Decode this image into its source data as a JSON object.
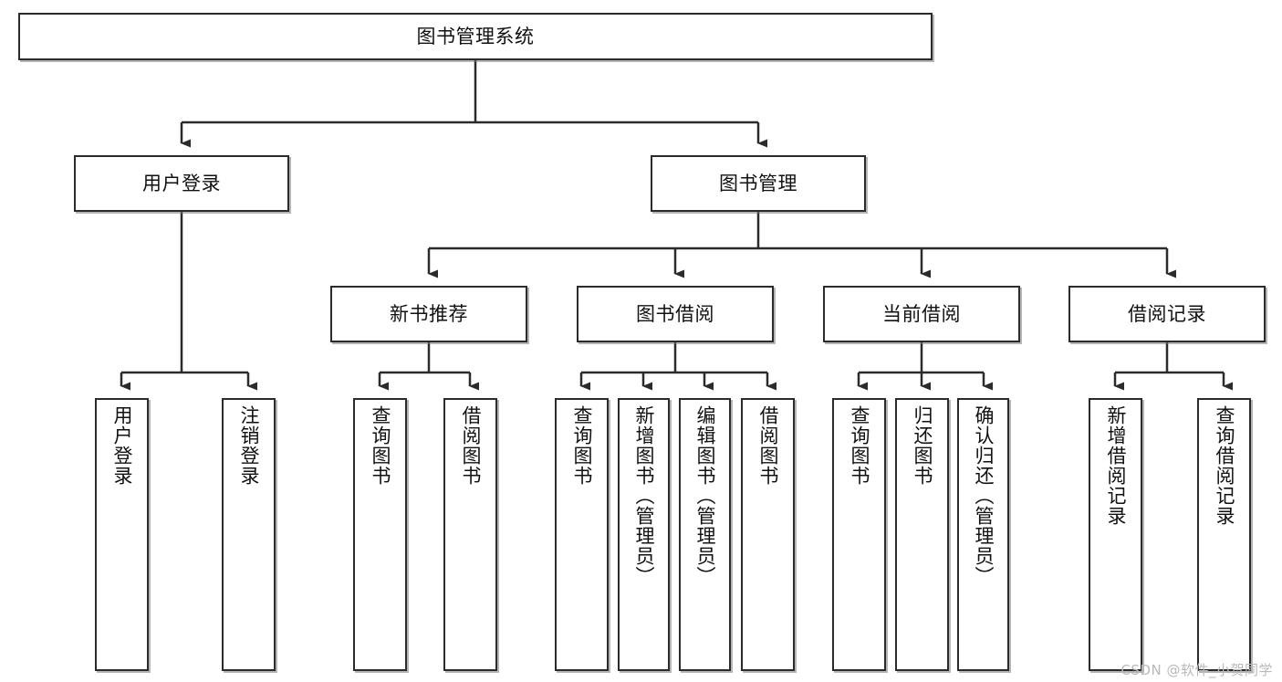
{
  "diagram": {
    "title": "图书管理系统",
    "type": "tree-hierarchy",
    "root": {
      "label": "图书管理系统"
    },
    "level2": [
      {
        "label": "用户登录"
      },
      {
        "label": "图书管理"
      }
    ],
    "level3": [
      {
        "label": "新书推荐"
      },
      {
        "label": "图书借阅"
      },
      {
        "label": "当前借阅"
      },
      {
        "label": "借阅记录"
      }
    ],
    "leaves": {
      "user_login": [
        {
          "label": "用户登录"
        },
        {
          "label": "注销登录"
        }
      ],
      "new_book_recommend": [
        {
          "label": "查询图书"
        },
        {
          "label": "借阅图书"
        }
      ],
      "book_borrow": [
        {
          "label": "查询图书"
        },
        {
          "label": "新增图书（管理员）"
        },
        {
          "label": "编辑图书（管理员）"
        },
        {
          "label": "借阅图书"
        }
      ],
      "current_borrow": [
        {
          "label": "查询图书"
        },
        {
          "label": "归还图书"
        },
        {
          "label": "确认归还（管理员）"
        }
      ],
      "borrow_record": [
        {
          "label": "新增借阅记录"
        },
        {
          "label": "查询借阅记录"
        }
      ]
    }
  },
  "watermark": {
    "text": "CSDN @软件_小贺同学"
  },
  "colors": {
    "border": "#2b2b2b",
    "text": "#111111",
    "background": "#ffffff",
    "watermark": "#b9b9b9"
  }
}
